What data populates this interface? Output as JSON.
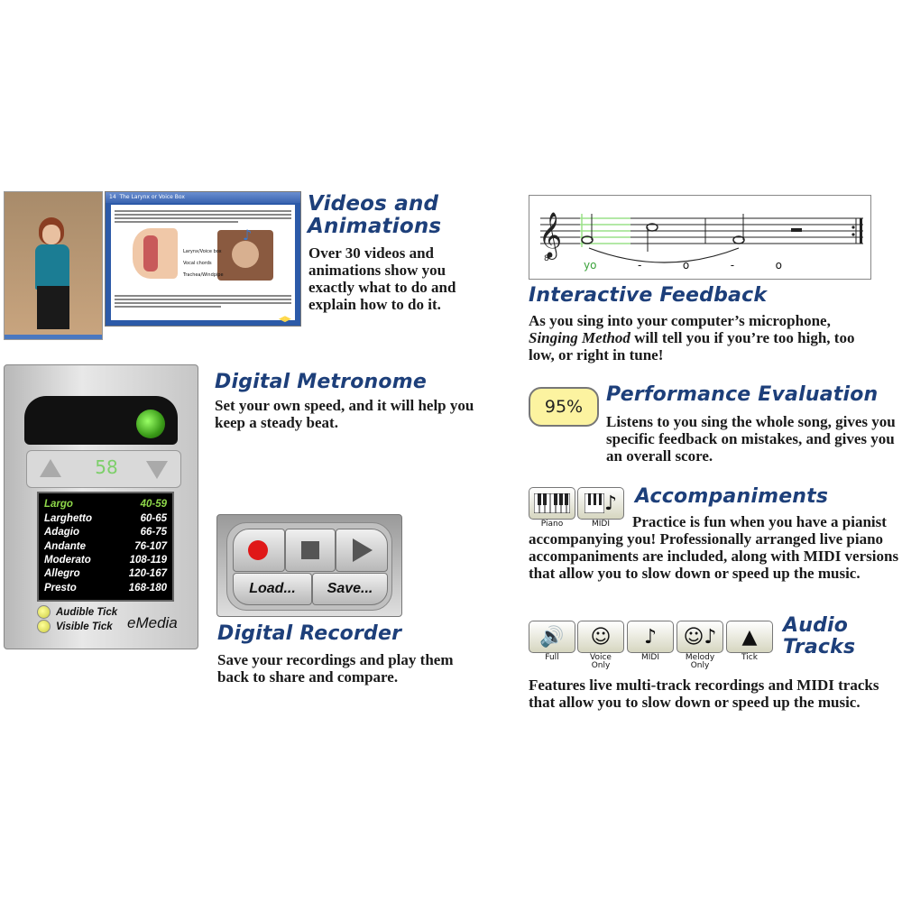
{
  "videos": {
    "title_line1": "Videos and",
    "title_line2": "Animations",
    "body": "Over 30 videos and animations show you exactly what to do and explain how to do it.",
    "slide_number": "14",
    "slide_title": "The Larynx or Voice Box",
    "slide_labels": [
      "Larynx/Voice box",
      "Vocal chords",
      "Trachea/Windpipe"
    ]
  },
  "feedback": {
    "title": "Interactive Feedback",
    "body_pre": "As you sing into your computer’s microphone,",
    "body_em": "Singing Method",
    "body_post": " will tell you if you’re too high, too low, or right in tune!",
    "lyrics": [
      "yo",
      "-",
      "o",
      "-",
      "o"
    ]
  },
  "metronome": {
    "title": "Digital Metronome",
    "body": "Set your own speed, and it will help you keep a steady beat.",
    "bpm": "58",
    "tempos": [
      {
        "name": "Largo",
        "range": "40-59"
      },
      {
        "name": "Larghetto",
        "range": "60-65"
      },
      {
        "name": "Adagio",
        "range": "66-75"
      },
      {
        "name": "Andante",
        "range": "76-107"
      },
      {
        "name": "Moderato",
        "range": "108-119"
      },
      {
        "name": "Allegro",
        "range": "120-167"
      },
      {
        "name": "Presto",
        "range": "168-180"
      }
    ],
    "audible_tick": "Audible Tick",
    "visible_tick": "Visible Tick",
    "brand": "eMedia",
    "highlight_color": "#8fd94a"
  },
  "evaluation": {
    "score": "95%",
    "title": "Performance Evaluation",
    "body": "Listens to you sing the whole song, gives you specific feedback on mistakes, and gives you an overall score."
  },
  "recorder": {
    "title": "Digital Recorder",
    "body": "Save your recordings and play them back to share and compare.",
    "load_label": "Load...",
    "save_label": "Save..."
  },
  "accompaniments": {
    "title": "Accompaniments",
    "icon_labels": [
      "Piano",
      "MIDI"
    ],
    "body": "Practice is fun when you have a pianist accompanying you! Professionally arranged live piano accompaniments are included, along with MIDI versions that allow you to slow down or speed up the music."
  },
  "audio": {
    "title_line1": "Audio",
    "title_line2": "Tracks",
    "tracks": [
      {
        "icon": "speaker-icon",
        "glyph": "🔊",
        "label1": "Full",
        "label2": ""
      },
      {
        "icon": "voice-icon",
        "glyph": "☺",
        "label1": "Voice",
        "label2": "Only"
      },
      {
        "icon": "note-icon",
        "glyph": "♪",
        "label1": "MIDI",
        "label2": ""
      },
      {
        "icon": "melody-icon",
        "glyph": "☺♪",
        "label1": "Melody",
        "label2": "Only"
      },
      {
        "icon": "metronome-icon",
        "glyph": "▲",
        "label1": "Tick",
        "label2": ""
      }
    ],
    "body": "Features live multi-track recordings and MIDI tracks that allow you to slow down or speed up the music."
  }
}
